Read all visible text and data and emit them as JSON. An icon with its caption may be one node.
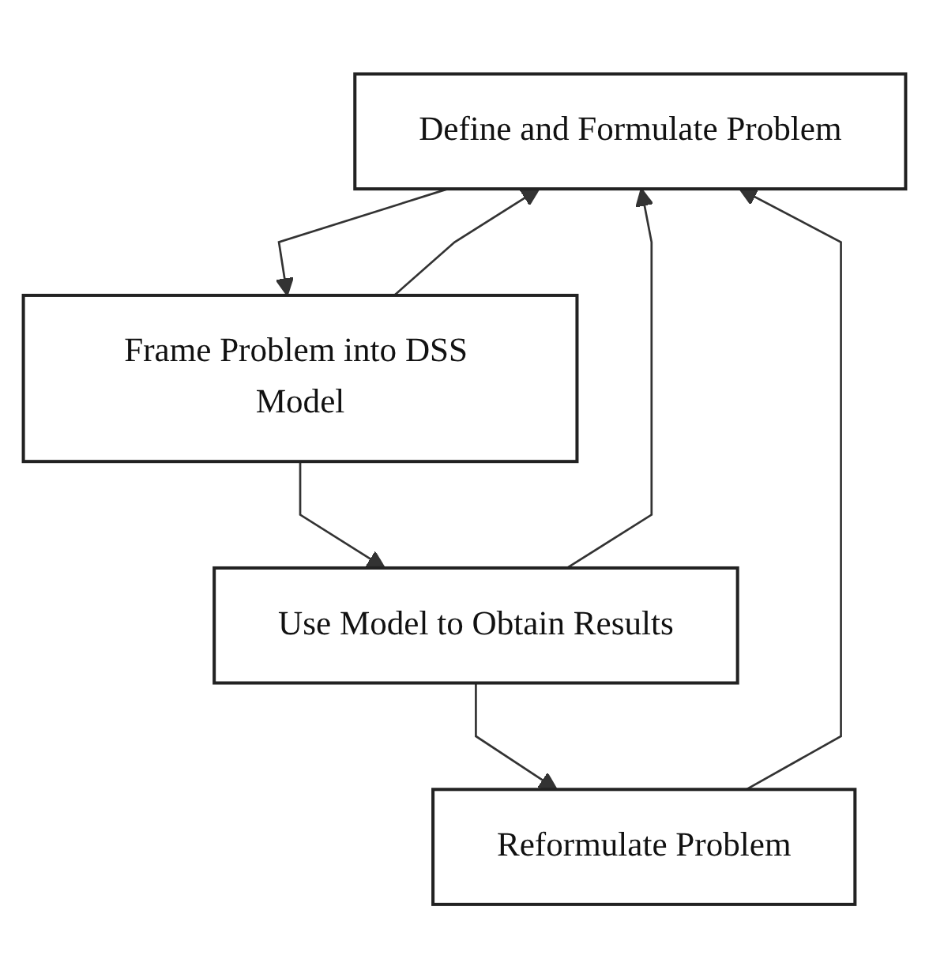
{
  "diagram": {
    "nodes": [
      {
        "text": [
          "Define and Formulate Problem"
        ]
      },
      {
        "text": [
          "Frame Problem into DSS Model"
        ]
      },
      {
        "text": [
          "Use Model to Obtain Results"
        ]
      },
      {
        "text": [
          "Reformulate Problem"
        ]
      }
    ],
    "edges": [
      {
        "from": 0,
        "to": 1,
        "arrow": "to"
      },
      {
        "from": 1,
        "to": 2,
        "arrow": "to"
      },
      {
        "from": 2,
        "to": 3,
        "arrow": "to"
      },
      {
        "from": 1,
        "to": 0,
        "arrow": "to"
      },
      {
        "from": 2,
        "to": 0,
        "arrow": "to"
      },
      {
        "from": 3,
        "to": 0,
        "arrow": "to"
      }
    ]
  }
}
